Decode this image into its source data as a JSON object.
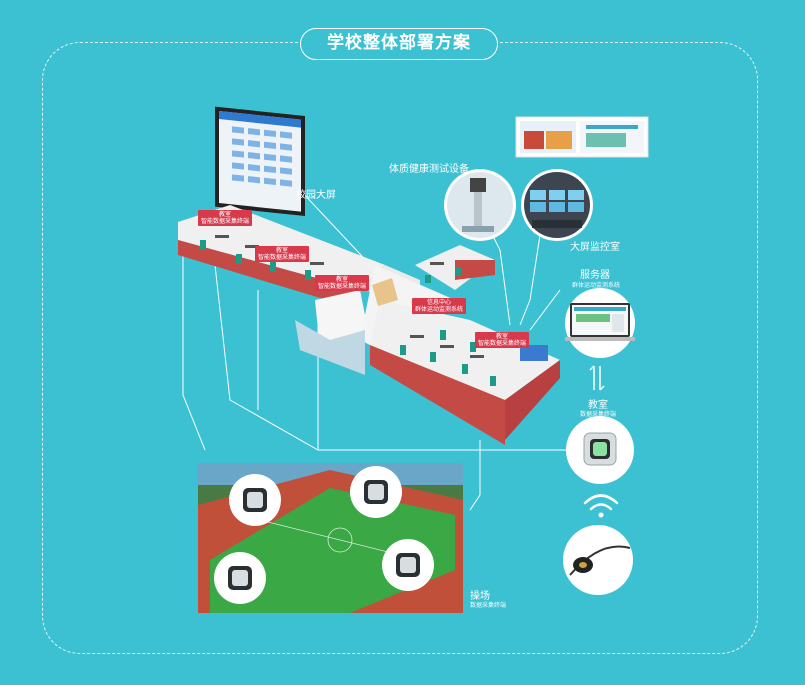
{
  "title": "学校整体部署方案",
  "labels": {
    "campus_screen": "校园大屏",
    "fitness_device": "体质健康测试设备",
    "monitor_room": "大屏监控室",
    "server": "服务器",
    "server_sub": "群体运动监测系统",
    "classroom": "教室",
    "classroom_sub": "数据采集终端",
    "playground": "操场",
    "playground_sub": "数据采集终端"
  },
  "building_tags": [
    {
      "title": "教室",
      "sub": "智能数据采集终端"
    },
    {
      "title": "教室",
      "sub": "智能数据采集终端"
    },
    {
      "title": "教室",
      "sub": "智能数据采集终端"
    },
    {
      "title": "信息中心",
      "sub": "群体运动监测系统"
    },
    {
      "title": "教室",
      "sub": "智能数据采集终端"
    }
  ],
  "colors": {
    "background": "#3cc1d3",
    "tag": "#d83a4c",
    "field": "#3aa844",
    "track": "#c0503a"
  }
}
